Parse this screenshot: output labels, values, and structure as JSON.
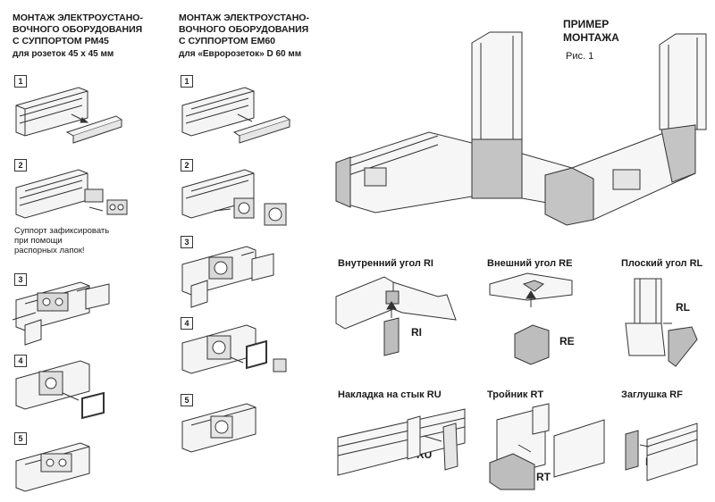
{
  "left_col": {
    "title_line1": "МОНТАЖ ЭЛЕКТРОУСТАНО-",
    "title_line2": "ВОЧНОГО ОБОРУДОВАНИЯ",
    "title_line3": "С СУППОРТОМ РМ45",
    "subtitle": "для розеток 45 х 45 мм",
    "steps": [
      "1",
      "2",
      "3",
      "4",
      "5"
    ],
    "note_line1": "Суппорт зафиксировать",
    "note_line2": "при помощи",
    "note_line3": "распорных лапок!"
  },
  "mid_col": {
    "title_line1": "МОНТАЖ ЭЛЕКТРОУСТАНО-",
    "title_line2": "ВОЧНОГО ОБОРУДОВАНИЯ",
    "title_line3": "С СУППОРТОМ ЕМ60",
    "subtitle": "для «Евророзеток» D 60 мм",
    "steps": [
      "1",
      "2",
      "3",
      "4",
      "5"
    ]
  },
  "example": {
    "title_line1": "ПРИМЕР",
    "title_line2": "МОНТАЖА",
    "fig": "Рис. 1"
  },
  "fittings": {
    "ri": {
      "caption": "Внутренний угол RI",
      "label": "RI"
    },
    "re": {
      "caption": "Внешний угол RE",
      "label": "RE"
    },
    "rl": {
      "caption": "Плоский угол RL",
      "label": "RL"
    },
    "ru": {
      "caption": "Накладка на стык RU",
      "label": "RU"
    },
    "rt": {
      "caption": "Тройник RT",
      "label": "RT"
    },
    "rf": {
      "caption": "Заглушка RF",
      "label": "RF"
    }
  },
  "colors": {
    "line": "#333333",
    "fill": "#f4f4f4",
    "grey": "#bdbdbd"
  }
}
